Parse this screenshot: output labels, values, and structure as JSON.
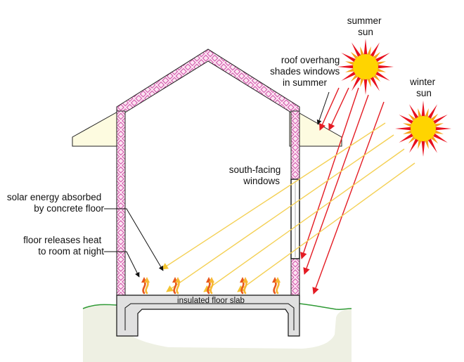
{
  "labels": {
    "summer_sun": [
      "summer",
      "sun"
    ],
    "winter_sun": [
      "winter",
      "sun"
    ],
    "roof_overhang": [
      "roof overhang",
      "shades windows",
      "in summer"
    ],
    "south_windows": [
      "south-facing",
      "windows"
    ],
    "solar_absorbed": [
      "solar energy absorbed",
      "by concrete floor"
    ],
    "floor_releases": [
      "floor releases heat",
      "to room at night"
    ],
    "slab": "insulated floor slab"
  },
  "colors": {
    "sun_core": "#ffd400",
    "sun_red_ray": "#e8101e",
    "sun_orange_ray": "#f7a21b",
    "summer_ray": "#e41b23",
    "winter_ray": "#f4d054",
    "heat_arrow_dark": "#e8571c",
    "heat_arrow_light": "#f7b733",
    "insulation_fill": "#fbe3f1",
    "insulation_pattern": "#cc3fa0",
    "roof_fill": "#fdfbe0",
    "ground_fill": "#eef0e3",
    "ground_line": "#2f9a35",
    "slab_fill": "#e0e0e0"
  },
  "icons": [
    "sun-icon",
    "heat-wave-icon",
    "arrow-icon"
  ]
}
